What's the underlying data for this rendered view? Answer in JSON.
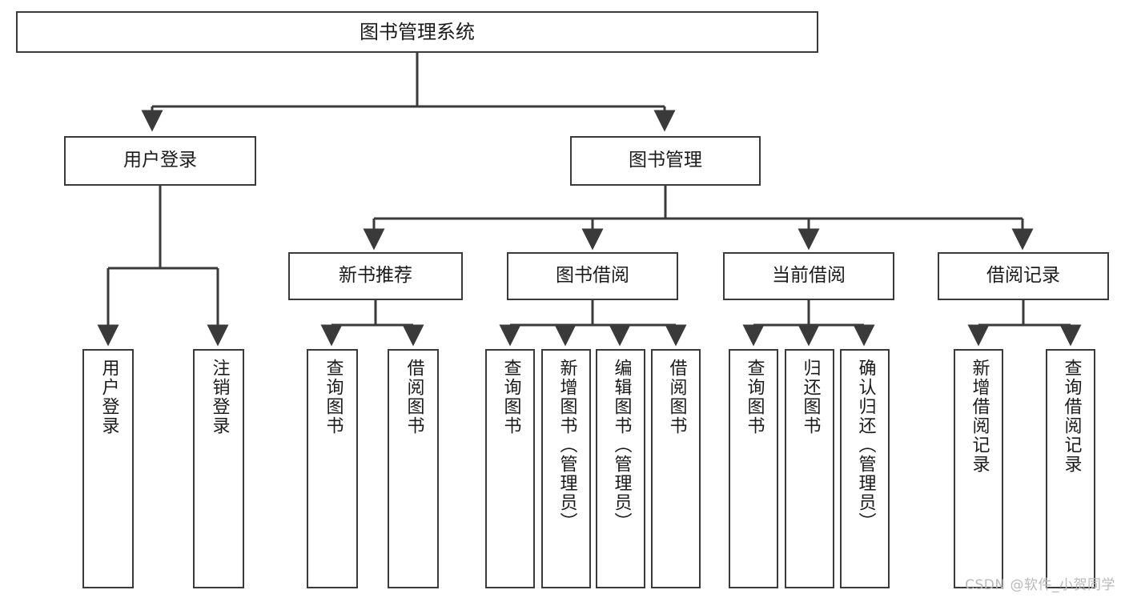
{
  "diagram": {
    "title": "图书管理系统",
    "type": "hierarchy-tree",
    "orientation": "top-down",
    "colors": {
      "box_border": "#3a3a3a",
      "box_fill": "#ffffff",
      "edge": "#3a3a3a",
      "text": "#1b1b1b",
      "watermark": "#b9b9b9",
      "background": "#ffffff"
    },
    "root": {
      "id": "root",
      "label": "图书管理系统"
    },
    "level2": [
      {
        "id": "user-login",
        "label": "用户登录"
      },
      {
        "id": "book-manage",
        "label": "图书管理"
      }
    ],
    "level3": [
      {
        "id": "new-book-recommend",
        "label": "新书推荐",
        "parent": "book-manage"
      },
      {
        "id": "book-borrow",
        "label": "图书借阅",
        "parent": "book-manage"
      },
      {
        "id": "current-borrow",
        "label": "当前借阅",
        "parent": "book-manage"
      },
      {
        "id": "borrow-record",
        "label": "借阅记录",
        "parent": "book-manage"
      }
    ],
    "leaves": [
      {
        "id": "leaf-user-login",
        "label": "用户登录",
        "parent": "user-login"
      },
      {
        "id": "leaf-logout",
        "label": "注销登录",
        "parent": "user-login"
      },
      {
        "id": "leaf-query-book-1",
        "label": "查询图书",
        "parent": "new-book-recommend"
      },
      {
        "id": "leaf-borrow-book-1",
        "label": "借阅图书",
        "parent": "new-book-recommend"
      },
      {
        "id": "leaf-query-book-2",
        "label": "查询图书",
        "parent": "book-borrow"
      },
      {
        "id": "leaf-add-book",
        "label": "新增图书（管理员）",
        "parent": "book-borrow"
      },
      {
        "id": "leaf-edit-book",
        "label": "编辑图书（管理员）",
        "parent": "book-borrow"
      },
      {
        "id": "leaf-borrow-book-2",
        "label": "借阅图书",
        "parent": "book-borrow"
      },
      {
        "id": "leaf-query-book-3",
        "label": "查询图书",
        "parent": "current-borrow"
      },
      {
        "id": "leaf-return-book",
        "label": "归还图书",
        "parent": "current-borrow"
      },
      {
        "id": "leaf-confirm-return",
        "label": "确认归还（管理员）",
        "parent": "current-borrow"
      },
      {
        "id": "leaf-add-record",
        "label": "新增借阅记录",
        "parent": "borrow-record"
      },
      {
        "id": "leaf-query-record",
        "label": "查询借阅记录",
        "parent": "borrow-record"
      }
    ]
  },
  "watermark": {
    "text": "CSDN @软件_小贺同学"
  }
}
